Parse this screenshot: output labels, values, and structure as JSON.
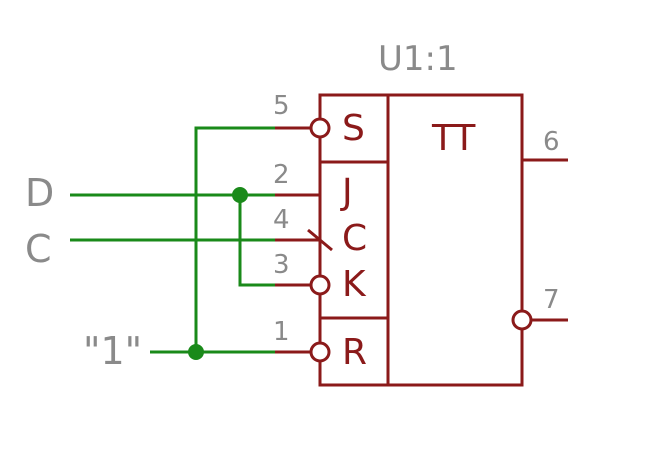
{
  "component": {
    "designator": "U1:1",
    "type": "TT",
    "color": "#8b1a1a"
  },
  "pins": {
    "s": {
      "number": "5",
      "name": "S"
    },
    "j": {
      "number": "2",
      "name": "J"
    },
    "c": {
      "number": "4",
      "name": "C"
    },
    "k": {
      "number": "3",
      "name": "K"
    },
    "r": {
      "number": "1",
      "name": "R"
    },
    "q": {
      "number": "6"
    },
    "qn": {
      "number": "7"
    }
  },
  "nets": {
    "d": "D",
    "c": "C",
    "one": "\"1\""
  },
  "colors": {
    "wire": "#1a8a1a",
    "label": "#8a8a8a",
    "background": "#ffffff"
  }
}
